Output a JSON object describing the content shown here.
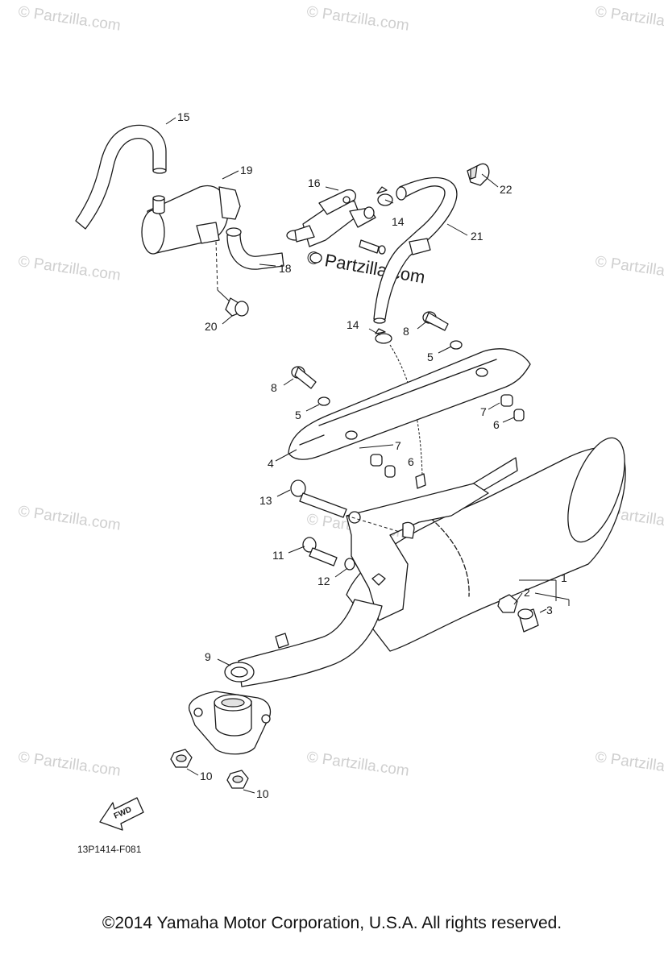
{
  "watermark": "© Partzilla.com",
  "figure_code": "13P1414-F081",
  "fwd_label": "FWD",
  "copyright": "©2014  Yamaha Motor Corporation, U.S.A. All rights reserved.",
  "callouts": {
    "c1": "1",
    "c2": "2",
    "c3": "3",
    "c4": "4",
    "c5a": "5",
    "c5b": "5",
    "c6a": "6",
    "c6b": "6",
    "c7a": "7",
    "c7b": "7",
    "c8a": "8",
    "c8b": "8",
    "c9": "9",
    "c10a": "10",
    "c10b": "10",
    "c11": "11",
    "c12": "12",
    "c13": "13",
    "c14a": "14",
    "c14b": "14",
    "c15": "15",
    "c16": "16",
    "c18": "18",
    "c19": "19",
    "c20": "20",
    "c21": "21",
    "c22": "22"
  },
  "icons": {
    "fwd_arrow": "fwd-arrow-icon",
    "muffler": "muffler-icon",
    "heat_protector": "heat-protector-icon"
  }
}
